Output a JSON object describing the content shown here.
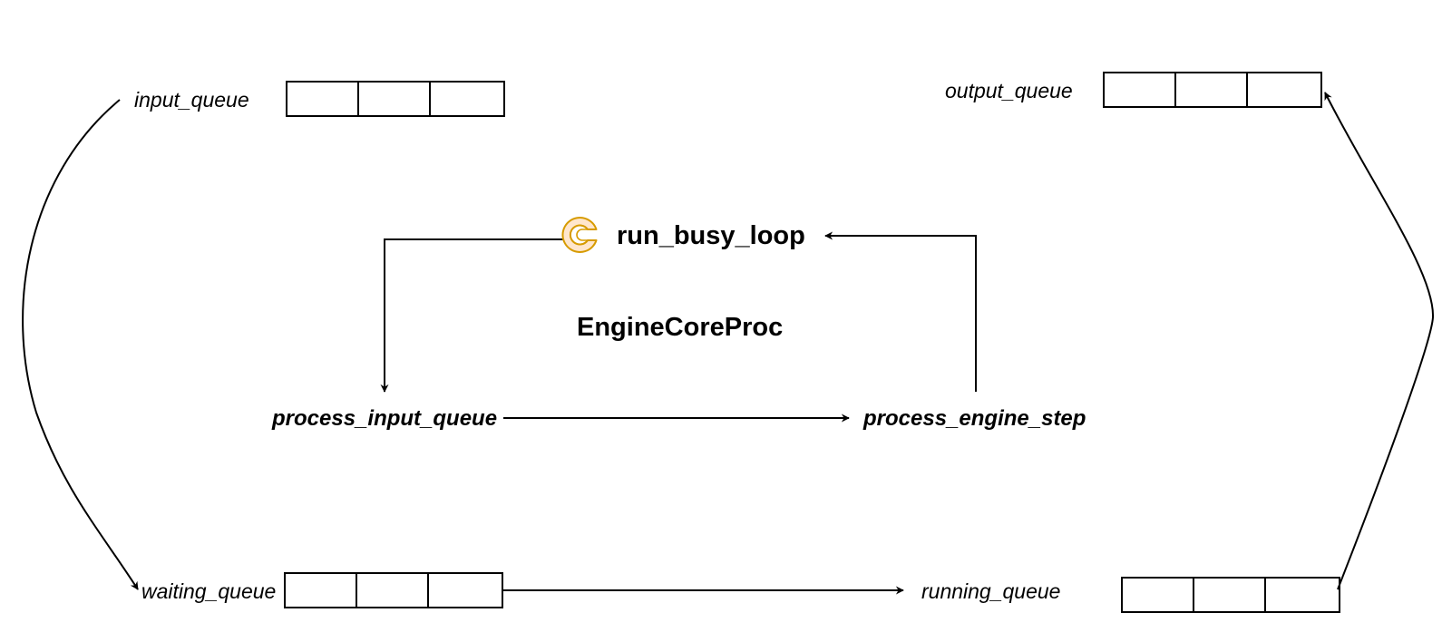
{
  "queues": {
    "input": {
      "label": "input_queue",
      "slots": 3
    },
    "output": {
      "label": "output_queue",
      "slots": 3
    },
    "waiting": {
      "label": "waiting_queue",
      "slots": 3
    },
    "running": {
      "label": "running_queue",
      "slots": 3
    }
  },
  "nodes": {
    "busy_loop": {
      "label": "run_busy_loop",
      "icon": "refresh-icon",
      "icon_color": "#d79b00",
      "icon_fill": "#ffe6cc"
    },
    "process_input": {
      "label": "process_input_queue"
    },
    "process_engine": {
      "label": "process_engine_step"
    }
  },
  "title": "EngineCoreProc",
  "edges": [
    {
      "from": "input_queue",
      "to": "waiting_queue"
    },
    {
      "from": "waiting_queue",
      "to": "running_queue"
    },
    {
      "from": "running_queue",
      "to": "output_queue"
    },
    {
      "from": "run_busy_loop",
      "to": "process_input_queue"
    },
    {
      "from": "process_input_queue",
      "to": "process_engine_step"
    },
    {
      "from": "process_engine_step",
      "to": "run_busy_loop"
    }
  ]
}
